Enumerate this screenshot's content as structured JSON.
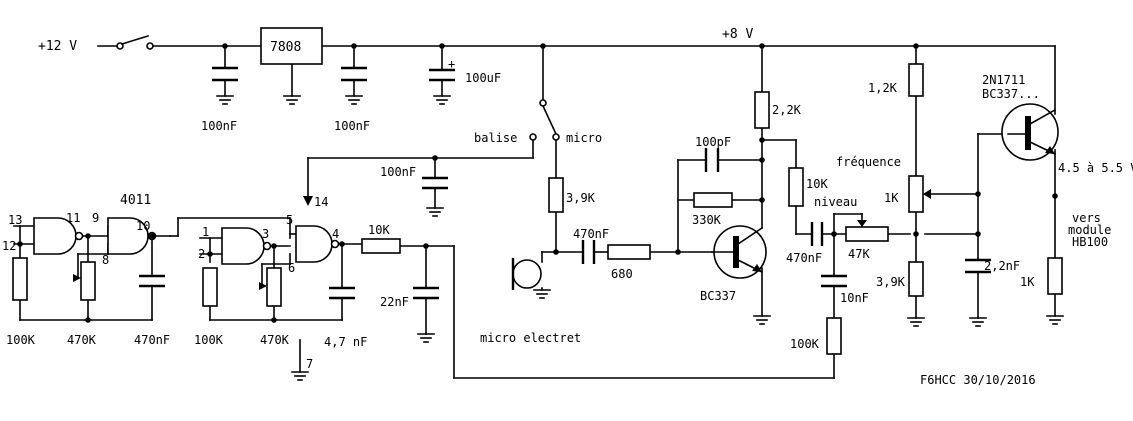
{
  "supply": {
    "in_label": "+12 V",
    "rail_label": "+8 V",
    "regulator": "7808"
  },
  "caps": {
    "c_in": "100nF",
    "c_out": "100nF",
    "c_bulk": "100uF",
    "c_bulk_plus": "+",
    "c_sw": "100nF",
    "c_osc1": "470nF",
    "c_osc2": "4,7 nF",
    "c_filter": "22nF",
    "c_mic": "470nF",
    "c_fb": "100pF",
    "c_out_amp": "470nF",
    "c_coupling": "10nF",
    "c_vco": "2,2nF"
  },
  "resistors": {
    "r_osc1": "100K",
    "p_osc1": "470K",
    "r_osc2": "100K",
    "p_osc2": "470K",
    "r_filter": "10K",
    "r_mic": "3,9K",
    "r_in": "680",
    "r_fb": "330K",
    "r_coll": "2,2K",
    "r_amp_out": "10K",
    "p_level": "47K",
    "r_mod": "100K",
    "r_top": "1,2K",
    "p_freq": "1K",
    "r_bottom": "3,9K",
    "r_load": "1K"
  },
  "switch": {
    "beacon": "balise",
    "mic": "micro"
  },
  "ic": {
    "name": "4011",
    "pins": [
      "13",
      "12",
      "11",
      "9",
      "8",
      "10",
      "1",
      "2",
      "3",
      "6",
      "5",
      "4",
      "14",
      "7"
    ]
  },
  "transistors": {
    "q1": "BC337",
    "q2_line1": "2N1711",
    "q2_line2": "BC337..."
  },
  "labels": {
    "mic": "micro electret",
    "level": "niveau",
    "frequency": "fréquence",
    "out_voltage": "4.5 à 5.5 V",
    "dest_line1": "vers",
    "dest_line2": "module",
    "dest_line3": "HB100",
    "signature": "F6HCC 30/10/2016"
  }
}
